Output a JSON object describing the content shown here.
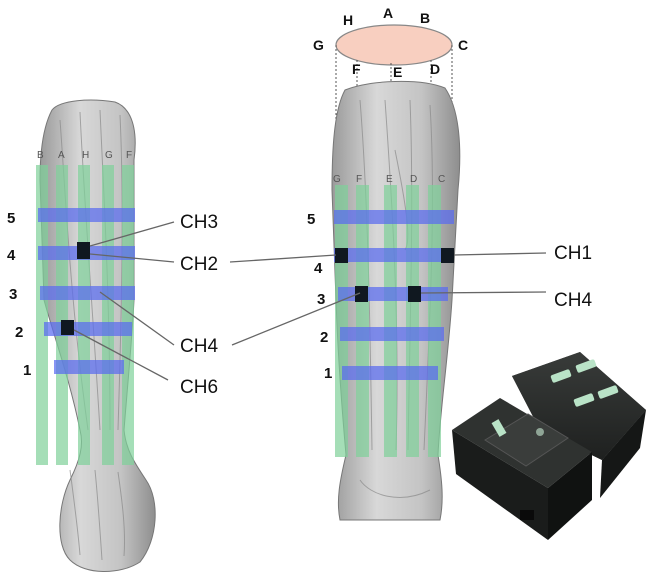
{
  "left_arm": {
    "column_labels": [
      "B",
      "A",
      "H",
      "G",
      "F"
    ],
    "row_labels": [
      "5",
      "4",
      "3",
      "2",
      "1"
    ],
    "channels": [
      "CH3",
      "CH2",
      "CH4",
      "CH6"
    ]
  },
  "right_leg": {
    "ring_labels": {
      "a": "A",
      "b": "B",
      "c": "C",
      "d": "D",
      "e": "E",
      "f": "F",
      "g": "G",
      "h": "H"
    },
    "column_labels": [
      "G",
      "F",
      "E",
      "D",
      "C"
    ],
    "row_labels": [
      "5",
      "4",
      "3",
      "2",
      "1"
    ],
    "channels": [
      "CH1",
      "CH4"
    ]
  },
  "colors": {
    "green_strip": "#7fd19a",
    "blue_band": "#5a6cf0",
    "electrode": "#101820",
    "ring_fill": "#f8cfc0",
    "skin": "#bdbdbd",
    "device": "#2b2e2c",
    "device_led": "#b9e3c7"
  }
}
